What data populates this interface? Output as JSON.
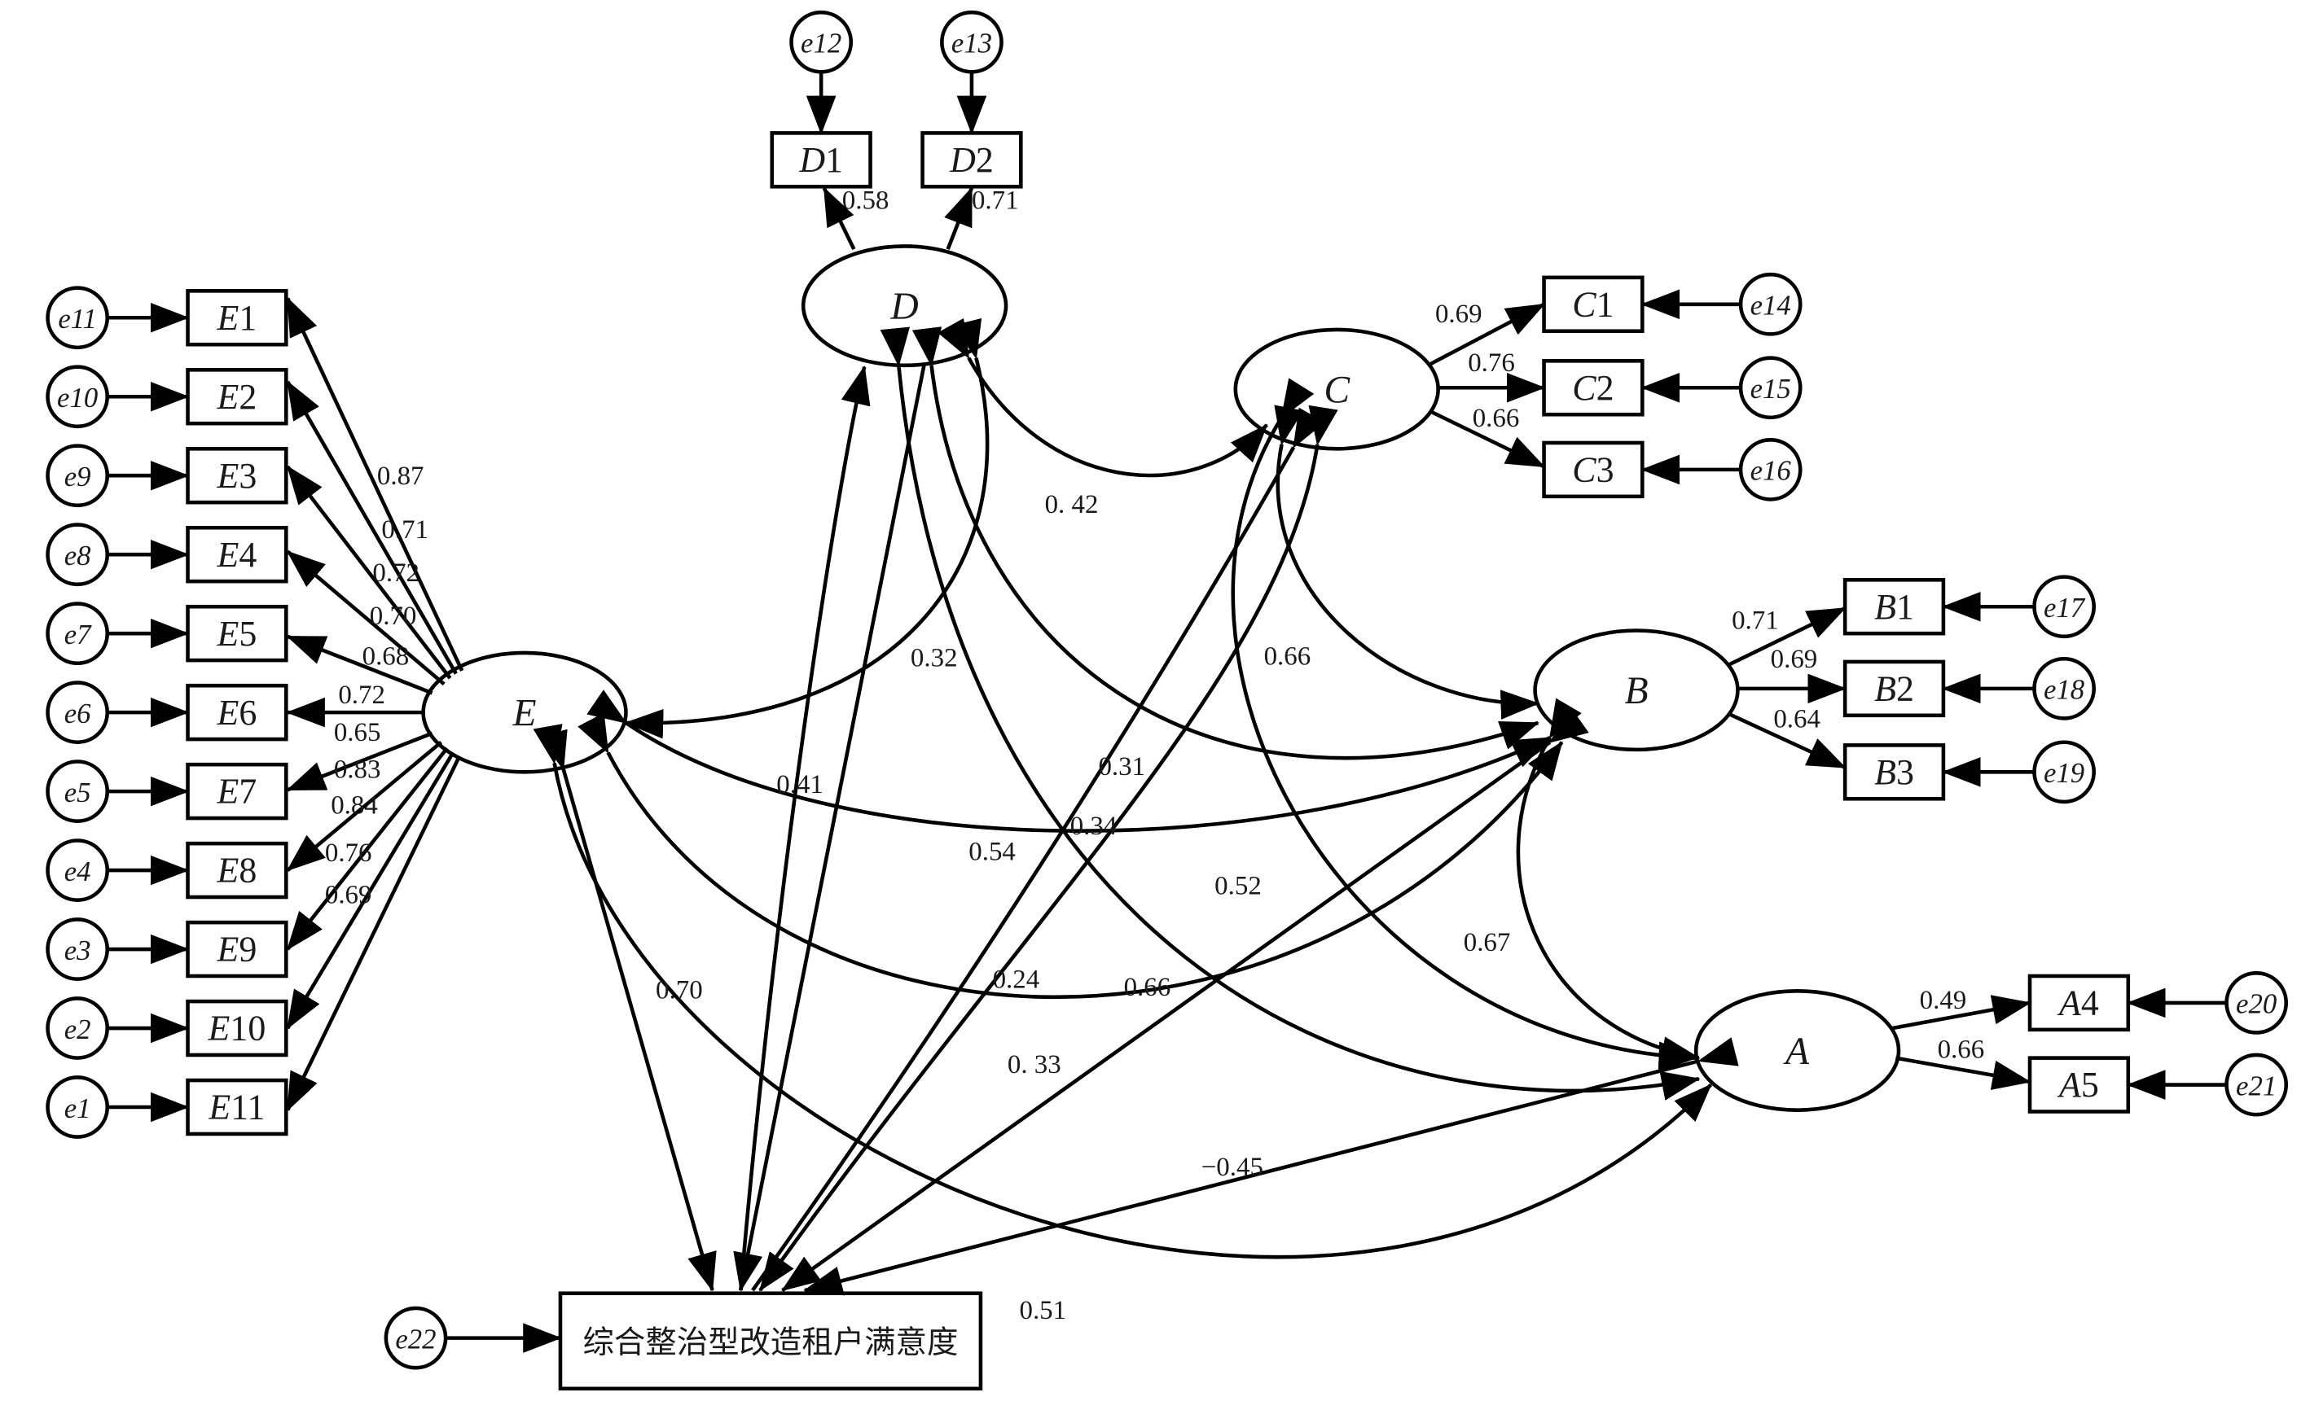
{
  "latents": {
    "E": {
      "label": "E"
    },
    "D": {
      "label": "D"
    },
    "C": {
      "label": "C"
    },
    "B": {
      "label": "B"
    },
    "A": {
      "label": "A"
    }
  },
  "outcome": {
    "label": "综合整治型改造租户满意度",
    "error": "e22"
  },
  "indicators": {
    "E": [
      {
        "letter": "E",
        "num": "1",
        "error": "e11",
        "loading": "0.87"
      },
      {
        "letter": "E",
        "num": "2",
        "error": "e10",
        "loading": "0.71"
      },
      {
        "letter": "E",
        "num": "3",
        "error": "e9",
        "loading": "0.72"
      },
      {
        "letter": "E",
        "num": "4",
        "error": "e8",
        "loading": "0.70"
      },
      {
        "letter": "E",
        "num": "5",
        "error": "e7",
        "loading": "0.68"
      },
      {
        "letter": "E",
        "num": "6",
        "error": "e6",
        "loading": "0.72"
      },
      {
        "letter": "E",
        "num": "7",
        "error": "e5",
        "loading": "0.65"
      },
      {
        "letter": "E",
        "num": "8",
        "error": "e4",
        "loading": "0.83"
      },
      {
        "letter": "E",
        "num": "9",
        "error": "e3",
        "loading": "0.84"
      },
      {
        "letter": "E",
        "num": "10",
        "error": "e2",
        "loading": "0.76"
      },
      {
        "letter": "E",
        "num": "11",
        "error": "e1",
        "loading": "0.69"
      }
    ],
    "D": [
      {
        "letter": "D",
        "num": "1",
        "error": "e12",
        "loading": "0.58"
      },
      {
        "letter": "D",
        "num": "2",
        "error": "e13",
        "loading": "0.71"
      }
    ],
    "C": [
      {
        "letter": "C",
        "num": "1",
        "error": "e14",
        "loading": "0.69"
      },
      {
        "letter": "C",
        "num": "2",
        "error": "e15",
        "loading": "0.76"
      },
      {
        "letter": "C",
        "num": "3",
        "error": "e16",
        "loading": "0.66"
      }
    ],
    "B": [
      {
        "letter": "B",
        "num": "1",
        "error": "e17",
        "loading": "0.71"
      },
      {
        "letter": "B",
        "num": "2",
        "error": "e18",
        "loading": "0.69"
      },
      {
        "letter": "B",
        "num": "3",
        "error": "e19",
        "loading": "0.64"
      }
    ],
    "A": [
      {
        "letter": "A",
        "num": "4",
        "error": "e20",
        "loading": "0.49"
      },
      {
        "letter": "A",
        "num": "5",
        "error": "e21",
        "loading": "0.66"
      }
    ]
  },
  "paths": {
    "D_C": "0. 42",
    "E_D": "0.32",
    "C_B": "0.66",
    "D_B": "0.31",
    "D_Y": "0.41",
    "C_Y": "0.34",
    "E_B": "0.54",
    "D_A": "0.52",
    "B_A": "0.67",
    "E_Y": "0.70",
    "E_A_low": "0.51",
    "E_C": "0.24",
    "C_A": "0.66",
    "B_Y": "0. 33",
    "A_Y": "−0.45"
  }
}
